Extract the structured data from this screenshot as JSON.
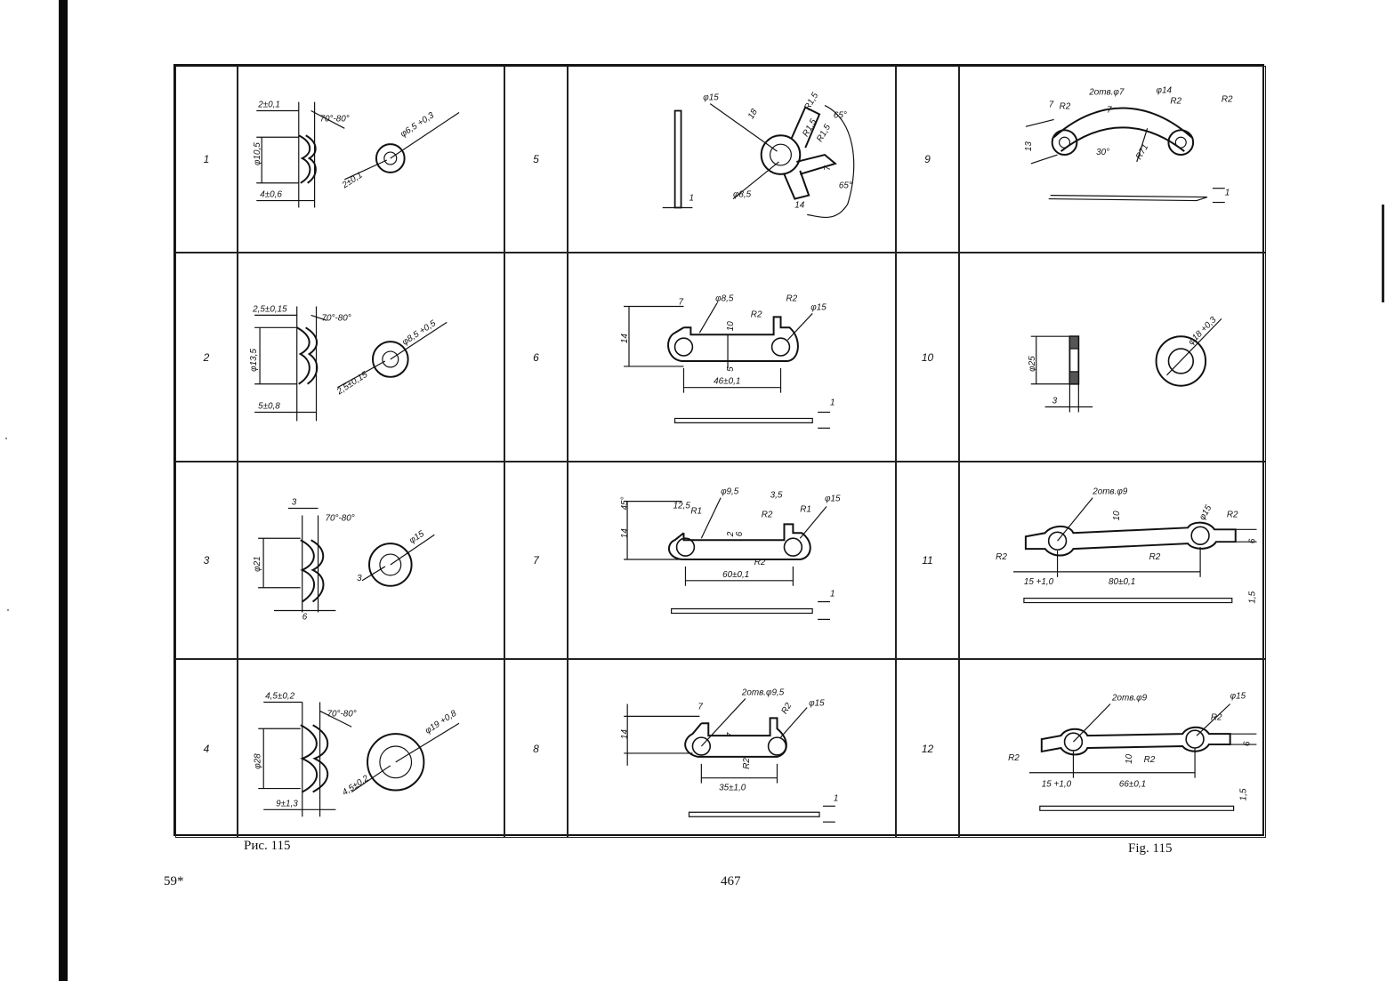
{
  "rows": [
    {
      "left_num": "1",
      "mid_num": "5",
      "right_num": "9"
    },
    {
      "left_num": "2",
      "mid_num": "6",
      "right_num": "10"
    },
    {
      "left_num": "3",
      "mid_num": "7",
      "right_num": "11"
    },
    {
      "left_num": "4",
      "mid_num": "8",
      "right_num": "12"
    }
  ],
  "parts": {
    "p1": {
      "thickness": "2±0,1",
      "angle": "70°-80°",
      "dia": "φ10,5",
      "height": "4±0,6",
      "hole": "φ6,5 +0,3",
      "gap": "2±0,1"
    },
    "p2": {
      "thickness": "2,5±0,15",
      "angle": "70°-80°",
      "dia": "φ13,5",
      "height": "5±0,8",
      "hole": "φ8,5 +0,5",
      "gap": "2,5±0,15"
    },
    "p3": {
      "thickness": "3",
      "angle": "70°-80°",
      "dia": "φ21",
      "height": "6",
      "hole": "φ15",
      "gap": "3"
    },
    "p4": {
      "thickness": "4,5±0,2",
      "angle": "70°-80°",
      "dia": "φ28",
      "height": "9±1,3",
      "hole": "φ19 +0,8",
      "gap": "4,5±0,2"
    },
    "p5": {
      "d15": "φ15",
      "d85": "φ8,5",
      "r15a": "R1,5",
      "r15b": "R1,5",
      "r5": "R1,5",
      "len18": "18",
      "ang1": "65°",
      "ang2": "65°",
      "w7": "7",
      "w14": "14",
      "t": "1"
    },
    "p6": {
      "w7": "7",
      "d85": "φ8,5",
      "r2a": "R2",
      "r2b": "R2",
      "d15": "φ15",
      "h14": "14",
      "h10": "10",
      "h5": "5",
      "len": "46±0,1",
      "t": "1"
    },
    "p7": {
      "a45": "45°",
      "w125": "12,5",
      "r1": "R1",
      "d95": "φ9,5",
      "w35": "3,5",
      "r2a": "R2",
      "r1b": "R1",
      "d15": "φ15",
      "h14": "14",
      "h2": "2",
      "h6": "6",
      "r2b": "R2",
      "len": "60±0,1",
      "t": "1"
    },
    "p8": {
      "w7": "7",
      "holes": "2отв.φ9,5",
      "d15": "φ15",
      "r2a": "R2",
      "h14": "14",
      "h7": "7",
      "r2b": "R2",
      "len": "35±1,0",
      "t": "1"
    },
    "p9": {
      "w7": "7",
      "r2a": "R2",
      "holes": "2отв.φ7",
      "d14": "φ14",
      "r2b": "R2",
      "r2c": "R2",
      "h13": "13",
      "h7": "7",
      "a30": "30°",
      "r71": "R71",
      "t": "1"
    },
    "p10": {
      "d25": "φ25",
      "d18": "φ18 +0,3",
      "t": "3"
    },
    "p11": {
      "holes": "2отв.φ9",
      "h10": "10",
      "d15": "φ15",
      "r2a": "R2",
      "r2b": "R2",
      "r2c": "R2",
      "h6": "6",
      "off": "15 +1,0",
      "len": "80±0,1",
      "t": "1,5"
    },
    "p12": {
      "holes": "2отв.φ9",
      "d15": "φ15",
      "r2a": "R2",
      "r2b": "R2",
      "r2c": "R2",
      "h10": "10",
      "h6": "6",
      "off": "15 +1,0",
      "len": "66±0,1",
      "t": "1,5"
    }
  },
  "captions": {
    "left": "Рис. 115",
    "right": "Fig. 115"
  },
  "page": {
    "sheet_mark": "59*",
    "number": "467"
  }
}
